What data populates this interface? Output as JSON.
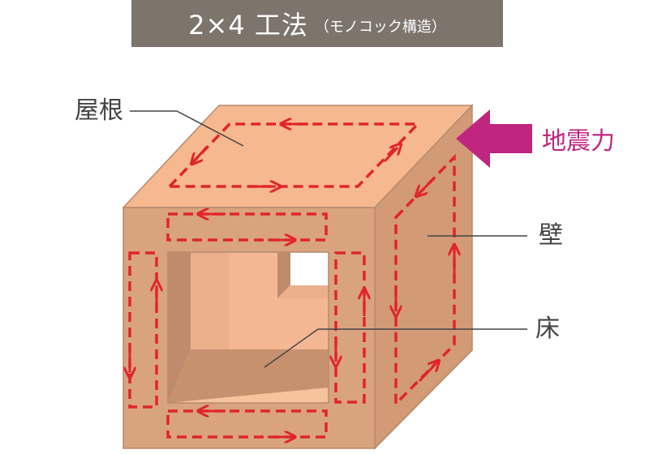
{
  "title": {
    "main": "2×4 工法",
    "sub": "（モノコック構造）"
  },
  "labels": {
    "roof": "屋根",
    "seismic_force": "地震力",
    "wall": "壁",
    "floor": "床"
  },
  "colors": {
    "title_bg": "#7d746c",
    "top_face": "#f6b88f",
    "front_face": "#d9a37f",
    "side_face": "#d29a76",
    "inner_dark": "#c08b6c",
    "inner_light": "#eab08b",
    "inner_floor": "#f7c39c",
    "stroke": "#b78a6d",
    "dash": "#e0252b",
    "force": "#c0267f",
    "leader": "#444444"
  }
}
